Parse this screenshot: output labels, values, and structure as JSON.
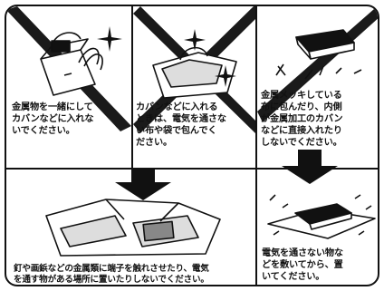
{
  "panels": {
    "p1": {
      "text": "金属物を一緒にして\nカバンなどに入れな\nいでください。"
    },
    "p2": {
      "text": "カバンなどに入れる\nときは、電気を通さな\nい布や袋で包んでく\nださい。"
    },
    "p3": {
      "text": "金属メッキしている\n布に包んだり、内側\nが金属加工のカバン\nなどに直接入れたり\nしないでください。"
    },
    "p4": {
      "text": "釘や画鋲などの金属類に端子を触れさせたり、電気\nを通す物がある場所に置いたりしないでください。"
    },
    "p5": {
      "text": "電気を通さない物な\nどを敷いてから、置\nいてください。"
    }
  },
  "icons": {
    "arrow": "down-arrow",
    "prohibit": "cross-out-band",
    "sparkle": "sparkle-star"
  },
  "colors": {
    "ink": "#111111",
    "paper": "#ffffff",
    "band": "#1a1a1a"
  }
}
